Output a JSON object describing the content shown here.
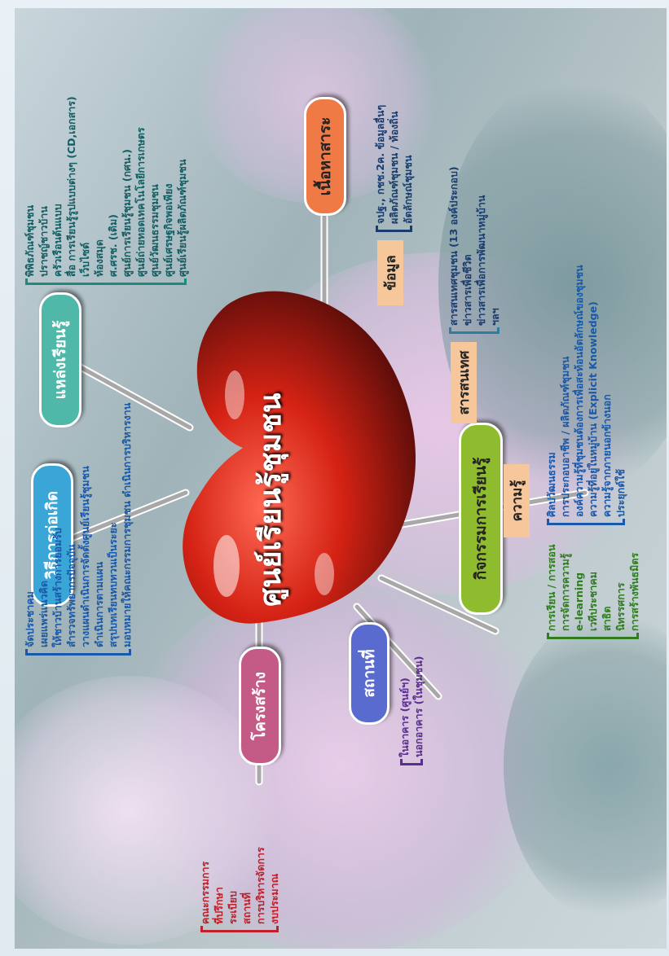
{
  "center": {
    "title": "ศูนย์เรียนรู้ชุมชน"
  },
  "nodes": {
    "origin": "วิธีการก่อเกิด",
    "sources": "แหล่งเรียนรู้",
    "content": "เนื้อหาสาระ",
    "structure": "โครงสร้าง",
    "location": "สถานที่",
    "activities": "กิจกรรมการเรียนรู้"
  },
  "tags": {
    "data": "ข้อมูล",
    "info": "สารสนเทศ",
    "knowledge": "ความรู้"
  },
  "lists": {
    "sources_items": [
      "พิพิธภัณฑ์ชุมชน",
      "ปราชญ์ชาวบ้าน",
      "ครัวเรือนต้นแบบ",
      "สื่อ การเรียนรู้รูปแบบต่างๆ (CD,เอกสาร)",
      "เว็บไซต์",
      "ห้องสมุด",
      "ศ.ศรช. (เดิม)",
      "ศูนย์การเรียนรู้ชุมชน (กศน.)",
      "ศูนย์ถ่ายทอดเทคโนโลยีการเกษตร",
      "ศูนย์วัฒนธรรมชุมชน",
      "ศูนย์เศรษฐกิจพอเพียง",
      "ศูนย์เรียนรู้ผลิตภัณฑ์ชุมชน"
    ],
    "data_items": [
      "จปฐ., กชช.2ค. ข้อมูลอื่นๆ",
      "ผลิตภัณฑ์ชุมชน / ท้องถิ่น",
      "อัตลักษณ์ชุมชน"
    ],
    "info_items": [
      "สารสนเทศชุมชน (13 องค์ประกอบ)",
      "ข่าวสารเพื่อชีวิต",
      "ข่าวสารเพื่อการพัฒนาหมู่บ้าน",
      "ฯลฯ"
    ],
    "knowledge_items": [
      "ศิลปวัฒนธรรม",
      "การประกอบอาชีพ / ผลิตภัณฑ์ชุมชน",
      "องค์ความรู้ที่ชุมชนต้องการเพื่อสะท้อนอัตลักษณ์ของชุมชน",
      "ความรู้ที่อยู่ในหมู่บ้าน (Explicit Knowledge)",
      "ความรู้จากภายนอกข้างนอก",
      "ประยุกต์ใช้"
    ],
    "activity_items": [
      "การเรียน / การสอน",
      "การจัดการความรู้",
      "e-learning",
      "เวทีประชาคม",
      "สาธิต",
      "นิทรรศการ",
      "การสร้างพันธมิตร"
    ],
    "location_items": [
      "ในอาคาร (ศูนย์ฯ)",
      "นอกอาคาร (ในชุมชน)"
    ],
    "structure_items": [
      "คณะกรรมการ",
      "ที่ปรึกษา",
      "ระเบียบ",
      "สถานที่",
      "การบริหารจัดการ",
      "งบประมาณ"
    ],
    "origin_items": [
      "จัดประชาคม",
      "เผยแพร่แนวคิด",
      "ให้ชาวบ้านสร้างการยอมรับ",
      "สำรวจทรัพยากรปัจจุบัน",
      "วางแผนดำเนินการจัดตั้งศูนย์เรียนรู้ชุมชน",
      "ดำเนินการตามแผน",
      "สรุปบทเรียนทบทวนเป็นระยะ",
      "มอบหมายให้คณะกรรมการชุมชน ดำเนินการบริหารงาน"
    ]
  },
  "colors": {
    "heart": "#c41a12",
    "origin": "#3aa6d8",
    "sources": "#4fb8a8",
    "content": "#f07a45",
    "structure": "#c45b86",
    "location": "#5a6bd0",
    "activities": "#8fbc2e",
    "tag_bg": "#f6c79a",
    "text_green": "#2e7d1e",
    "text_blue": "#1a58a8",
    "text_red": "#c0202a",
    "text_purple": "#5b2d8e"
  }
}
